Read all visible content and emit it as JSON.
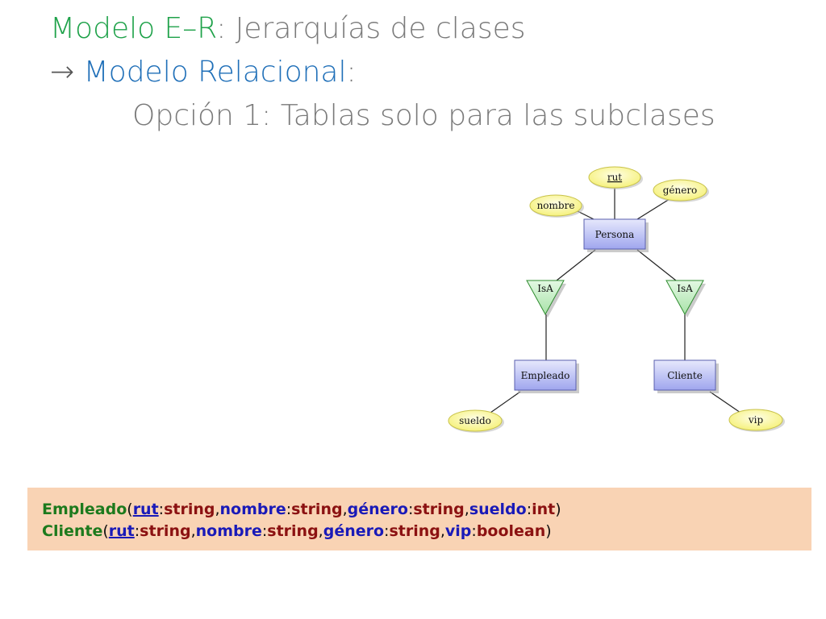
{
  "title": {
    "line1_part1": "Modelo E–R",
    "line1_part2": ": Jerarquías de clases",
    "line2_arrow": "→ ",
    "line2_part1": "Modelo Relacional",
    "line2_part2": ":",
    "line3": "Opción 1: Tablas solo para las subclases"
  },
  "diagram": {
    "entities": {
      "persona": "Persona",
      "empleado": "Empleado",
      "cliente": "Cliente"
    },
    "attributes": {
      "rut": "rut",
      "genero": "género",
      "nombre": "nombre",
      "sueldo": "sueldo",
      "vip": "vip"
    },
    "isa_left": "IsA",
    "isa_right": "IsA"
  },
  "schema": {
    "empleado": {
      "table": "Empleado",
      "open": "(",
      "attrs": [
        {
          "name": "rut",
          "type": "string"
        },
        {
          "name": "nombre",
          "type": "string"
        },
        {
          "name": "género",
          "type": "string"
        },
        {
          "name": "sueldo",
          "type": "int"
        }
      ],
      "close": ")"
    },
    "cliente": {
      "table": "Cliente",
      "open": "(",
      "attrs": [
        {
          "name": "rut",
          "type": "string"
        },
        {
          "name": "nombre",
          "type": "string"
        },
        {
          "name": "género",
          "type": "string"
        },
        {
          "name": "vip",
          "type": "boolean"
        }
      ],
      "close": ")"
    }
  },
  "colors": {
    "title_green": "#1fa24a",
    "title_blue": "#1f6fb8",
    "entity_fill": "#c9cdf7",
    "attribute_fill": "#fbf9a8",
    "isa_fill": "#c9f0c9",
    "schema_background": "#f9d3b4"
  }
}
